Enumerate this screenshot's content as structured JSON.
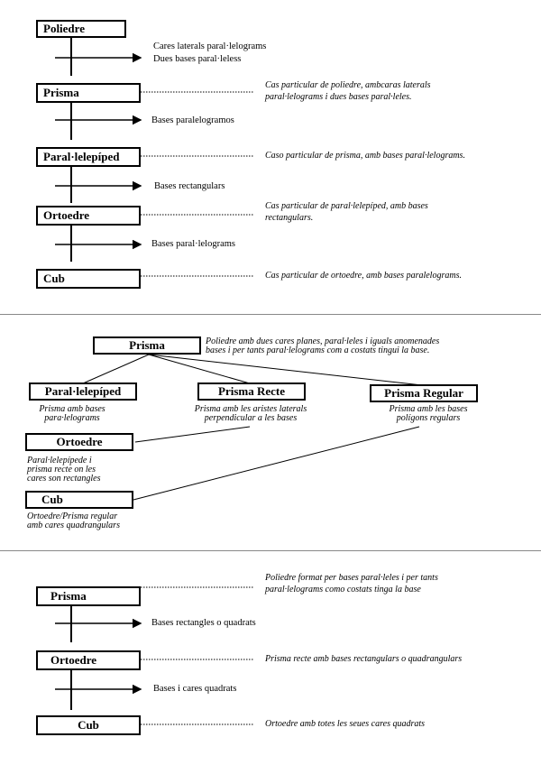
{
  "panel1": {
    "boxes": {
      "poliedre": "Poliedre",
      "prisma": "Prisma",
      "paralelepiped": "Paral·lelepíped",
      "ortoedre": "Ortoedre",
      "cub": "Cub"
    },
    "arrows": {
      "a1": [
        "Cares laterals paral·lelograms",
        "Dues bases paral·leless"
      ],
      "a2": "Bases paralelogramos",
      "a3": "Bases rectangulars",
      "a4": "Bases paral·lelograms"
    },
    "notes": {
      "prisma": [
        "Cas particular de poliedre, ambcaras laterals",
        "paral·lelograms i dues bases paral·leles."
      ],
      "paralelepiped": "Caso particular de prisma, amb bases paral·lelograms.",
      "ortoedre": [
        "Cas particular de paral·lelepíped, amb bases",
        "rectangulars."
      ],
      "cub": "Cas particular de ortoedre, amb bases paralelograms."
    }
  },
  "panel2": {
    "root": "Prisma",
    "root_note": [
      "Poliedre amb dues cares planes, paral·leles i iguals anomenades",
      "bases i per tants paral·lelograms com a costats tingui la base."
    ],
    "boxes": {
      "paralelepiped": "Paral·lelepíped",
      "recte": "Prisma Recte",
      "regular": "Prisma Regular",
      "ortoedre": "Ortoedre",
      "cub": "Cub"
    },
    "notes": {
      "paralelepiped": [
        "Prisma amb bases",
        "para·lelograms"
      ],
      "recte": [
        "Prisma amb les aristes laterals",
        "perpendicular a les bases"
      ],
      "regular": [
        "Prisma amb les bases",
        "polígons regulars"
      ],
      "ortoedre": [
        "Paral·lelepípede i",
        "prisma recte on les",
        "cares son rectangles"
      ],
      "cub": [
        "Ortoedre/Prisma regular",
        "amb cares quadrangulars"
      ]
    }
  },
  "panel3": {
    "boxes": {
      "prisma": "Prisma",
      "ortoedre": "Ortoedre",
      "cub": "Cub"
    },
    "arrows": {
      "a1": "Bases rectangles o quadrats",
      "a2": "Bases i cares quadrats"
    },
    "notes": {
      "prisma": [
        "Poliedre format per bases paral·leles i per tants",
        "paral·lelograms como costats tinga la base"
      ],
      "ortoedre": "Prisma recte amb bases rectangulars o quadrangulars",
      "cub": "Ortoedre amb totes les seues cares quadrats"
    }
  }
}
